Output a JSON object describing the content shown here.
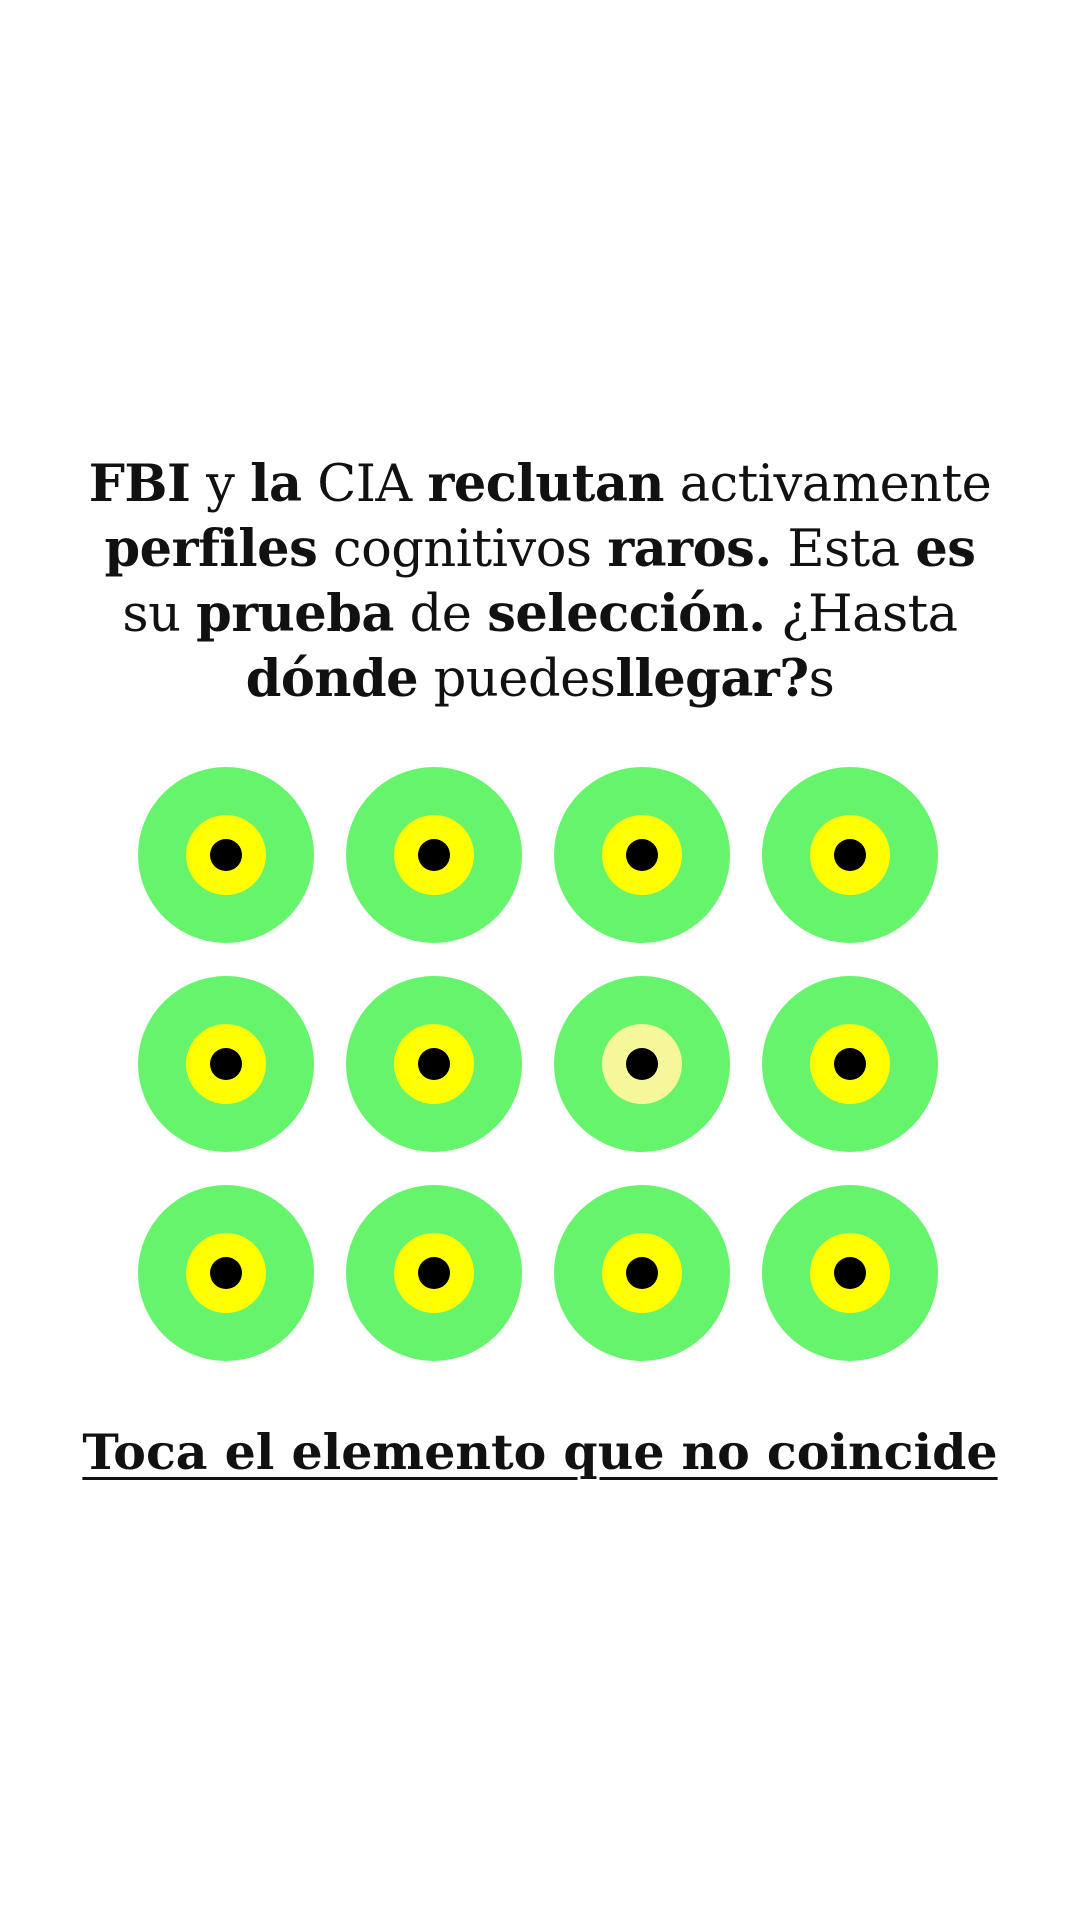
{
  "headline": {
    "words": [
      {
        "text": "FBI",
        "bold": true
      },
      {
        "text": "y",
        "bold": false
      },
      {
        "text": "la",
        "bold": true
      },
      {
        "text": "CIA",
        "bold": false
      },
      {
        "text": "reclutan",
        "bold": true
      },
      {
        "text": "activamente",
        "bold": false
      },
      {
        "text": "perfiles",
        "bold": true
      },
      {
        "text": "cognitivos",
        "bold": false
      },
      {
        "text": "raros.",
        "bold": true
      },
      {
        "text": "Esta",
        "bold": false
      },
      {
        "text": "es",
        "bold": true
      },
      {
        "text": "su",
        "bold": false
      },
      {
        "text": "prueba",
        "bold": true
      },
      {
        "text": "de",
        "bold": false
      },
      {
        "text": "selección.",
        "bold": true
      },
      {
        "text": "¿Hasta",
        "bold": false
      },
      {
        "text": "dónde",
        "bold": true
      },
      {
        "text": "puedes",
        "bold": false
      },
      {
        "text": "llegar?",
        "bold": true,
        "attach": true
      },
      {
        "text": "s",
        "bold": false,
        "attach": true
      }
    ]
  },
  "puzzle": {
    "rows": 3,
    "columns": 4,
    "odd_index": 6,
    "colors": {
      "outer": "#66f46c",
      "middle": "#ffff00",
      "middle_odd": "#f6f79a",
      "core": "#000000"
    }
  },
  "instruction": {
    "text": "Toca el elemento que no coincide"
  }
}
